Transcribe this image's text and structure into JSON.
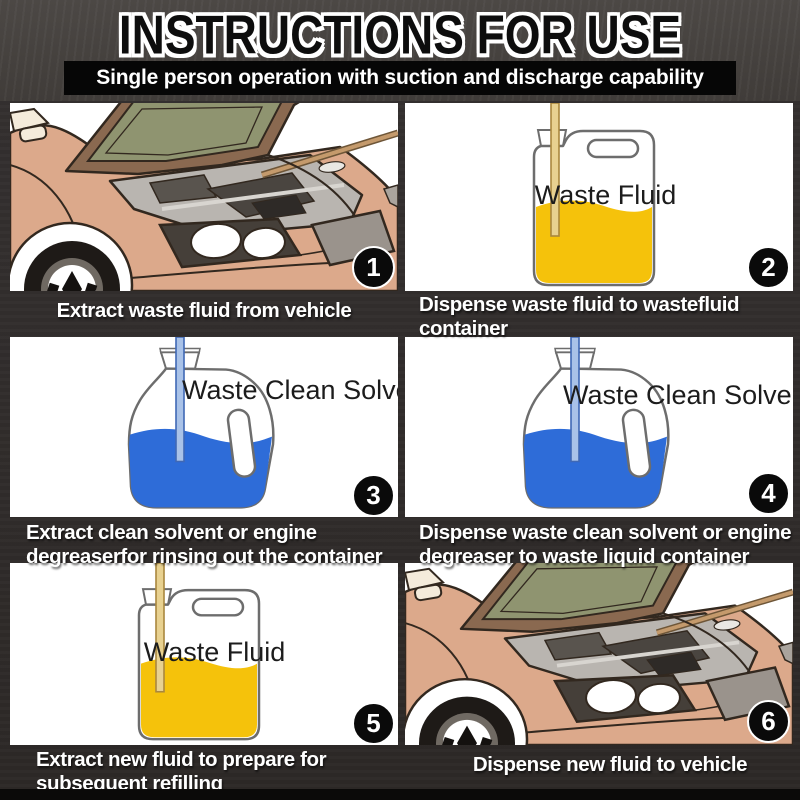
{
  "header": {
    "title": "INSTRUCTIONS FOR USE",
    "subtitle": "Single person operation with suction and discharge capability"
  },
  "colors": {
    "page_background": "#2c2826",
    "header_background": "#46423f",
    "subtitle_bar_background": "#060606",
    "panel_background": "#ffffff",
    "caption_text": "#ffffff",
    "waste_fluid_yellow": "#f5c20b",
    "clean_solvent_blue": "#2e6cd8",
    "car_body_salmon": "#dca98b",
    "hood_inner_olive": "#8f9470",
    "badge_background": "#0a0a0a",
    "badge_text": "#ffffff"
  },
  "steps": [
    {
      "number": "1",
      "illustration": "car-engine-bay",
      "container_label": "",
      "caption_lines": [
        "Extract waste fluid from vehicle"
      ]
    },
    {
      "number": "2",
      "illustration": "jerrycan-waste-fluid",
      "container_label": "Waste Fluid",
      "caption_lines": [
        "Dispense waste fluid to wastefluid",
        "container"
      ]
    },
    {
      "number": "3",
      "illustration": "jug-clean-solvent",
      "container_label": "Waste Clean Solvent",
      "caption_lines": [
        "Extract clean solvent or engine",
        "degreaserfor rinsing out the container"
      ]
    },
    {
      "number": "4",
      "illustration": "jug-clean-solvent",
      "container_label": "Waste Clean Solvent",
      "caption_lines": [
        "Dispense waste clean solvent or engine",
        "degreaser to waste liquid container"
      ]
    },
    {
      "number": "5",
      "illustration": "jerrycan-waste-fluid",
      "container_label": "Waste Fluid",
      "caption_lines": [
        "Extract new fluid to prepare for",
        "subsequent refilling"
      ]
    },
    {
      "number": "6",
      "illustration": "car-engine-bay",
      "container_label": "",
      "caption_lines": [
        "Dispense new fluid to vehicle"
      ]
    }
  ]
}
